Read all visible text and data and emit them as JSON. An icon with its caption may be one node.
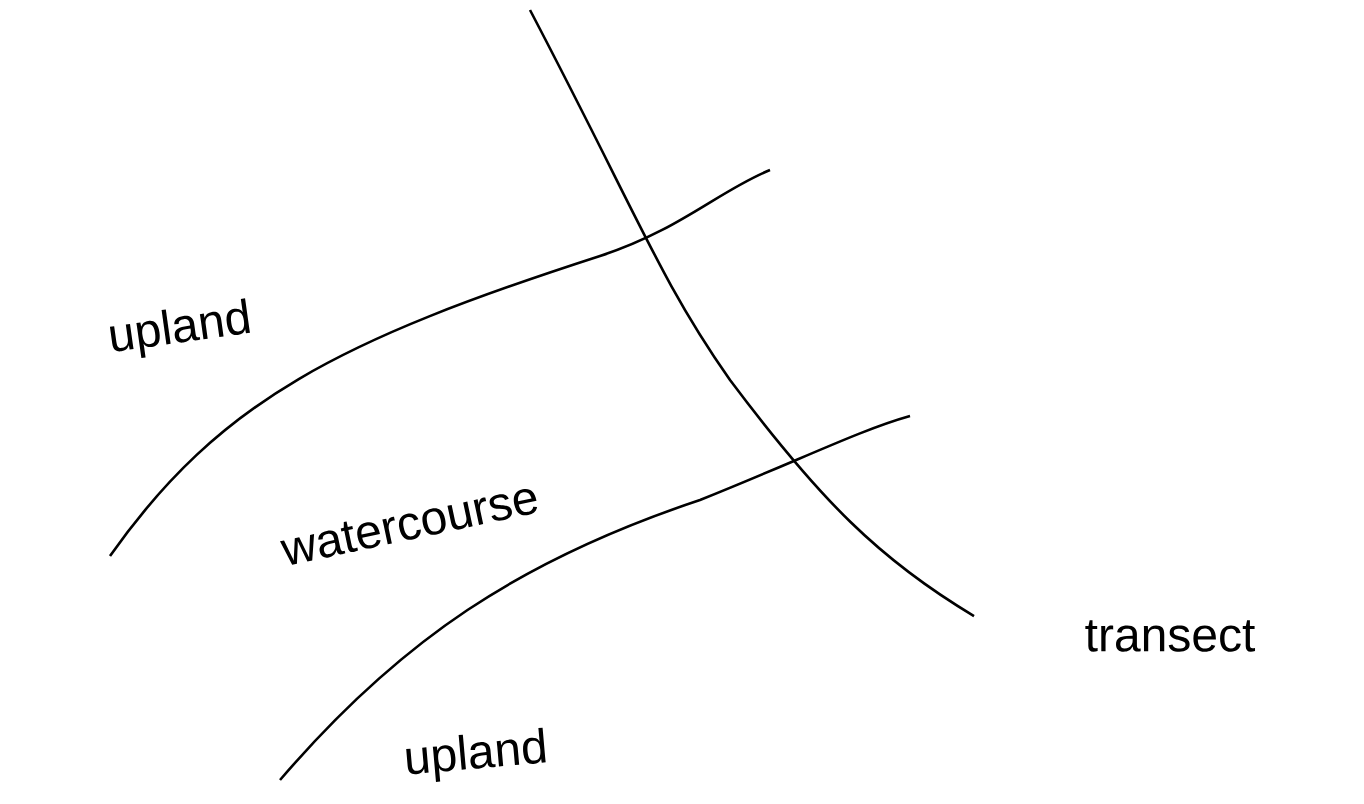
{
  "diagram": {
    "labels": [
      "upland",
      "watercourse",
      "transect",
      "upland"
    ]
  }
}
